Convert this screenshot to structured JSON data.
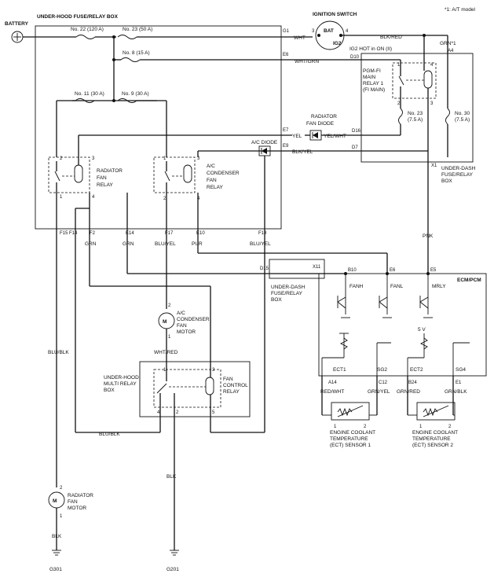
{
  "header": {
    "note": "*1: A/T model"
  },
  "battery": {
    "label": "BATTERY"
  },
  "fuse_box_main": {
    "label": "UNDER-HOOD FUSE/RELAY BOX"
  },
  "fuses": {
    "f22": "No. 22 (120 A)",
    "f23": "No. 23 (50 A)",
    "f8": "No. 8 (15 A)",
    "f11": "No. 11 (30 A)",
    "f9": "No. 9 (30 A)",
    "f23b": "No. 23",
    "f23b_rating": "(7.5 A)",
    "f30": "No. 30",
    "f30_rating": "(7.5 A)"
  },
  "ignition": {
    "title": "IGNITION SWITCH",
    "bat": "BAT",
    "ig2": "IG2",
    "pin3": "3",
    "pin4": "4",
    "hot_note": "IG2 HOT in ON (II)"
  },
  "terminals": {
    "g1": "G1",
    "e6": "E6",
    "e7": "E7",
    "e9": "E9",
    "d10": "D10",
    "a4": "A4",
    "d16": "D16",
    "d7": "D7",
    "x1": "X1",
    "f15": "F15",
    "f14": "F14",
    "f2": "F2",
    "e14": "E14",
    "f17": "F17",
    "e10": "E10",
    "f19": "F19",
    "d15": "D15",
    "x11": "X11",
    "b10": "B10",
    "e6b": "E6",
    "e5": "E5",
    "a14": "A14",
    "c12": "C12",
    "b24": "B24",
    "e1": "E1"
  },
  "wires": {
    "wht": "WHT",
    "blk_red": "BLK/RED",
    "grn_note": "GRN*1",
    "wht_grn": "WHT/GRN",
    "yel": "YEL",
    "yel_wht": "YEL/WHT",
    "blk_yel": "BLK/YEL",
    "grn1": "GRN",
    "grn2": "GRN",
    "blu_yel1": "BLU/YEL",
    "pur": "PUR",
    "blu_yel2": "BLU/YEL",
    "pnk": "PNK",
    "blu_blk1": "BLU/BLK",
    "blu_blk2": "BLU/BLK",
    "wht_red": "WHT/RED",
    "blk1": "BLK",
    "blk2": "BLK",
    "red_wht": "RED/WHT",
    "grn_yel": "GRN/YEL",
    "grn_red": "GRN/RED",
    "grn_blk": "GRN/BLK"
  },
  "components": {
    "rad_relay": [
      "RADIATOR",
      "FAN",
      "RELAY"
    ],
    "ac_relay": [
      "A/C",
      "CONDENSER",
      "FAN",
      "RELAY"
    ],
    "fi_main": [
      "PGM-FI",
      "MAIN",
      "RELAY 1",
      "(FI MAIN)"
    ],
    "rad_diode": [
      "RADIATOR",
      "FAN DIODE"
    ],
    "ac_diode": "A/C DIODE",
    "dash_box": [
      "UNDER-DASH",
      "FUSE/RELAY",
      "BOX"
    ],
    "dash_box2": [
      "UNDER-DASH",
      "FUSE/RELAY",
      "BOX"
    ],
    "ac_motor": [
      "A/C",
      "CONDENSER",
      "FAN",
      "MOTOR"
    ],
    "multi_box": [
      "UNDER-HOOD",
      "MULTI RELAY",
      "BOX"
    ],
    "fan_ctrl": [
      "FAN",
      "CONTROL",
      "RELAY"
    ],
    "rad_motor": [
      "RADIATOR",
      "FAN",
      "MOTOR"
    ],
    "ecm": "ECM/PCM",
    "fanh": "FANH",
    "fanl": "FANL",
    "mrly": "MRLY",
    "ect1": "ECT1",
    "sg2": "SG2",
    "ect2": "ECT2",
    "sg4": "SG4",
    "five_v": "5 V",
    "ect_sensor1": [
      "ENGINE COOLANT",
      "TEMPERATURE",
      "(ECT) SENSOR 1"
    ],
    "ect_sensor2": [
      "ENGINE COOLANT",
      "TEMPERATURE",
      "(ECT) SENSOR 2"
    ],
    "motor_m": "M"
  },
  "grounds": {
    "g301": "G301",
    "g201": "G201"
  },
  "pins": {
    "one": "1",
    "two": "2",
    "three": "3",
    "four": "4",
    "five": "5"
  }
}
